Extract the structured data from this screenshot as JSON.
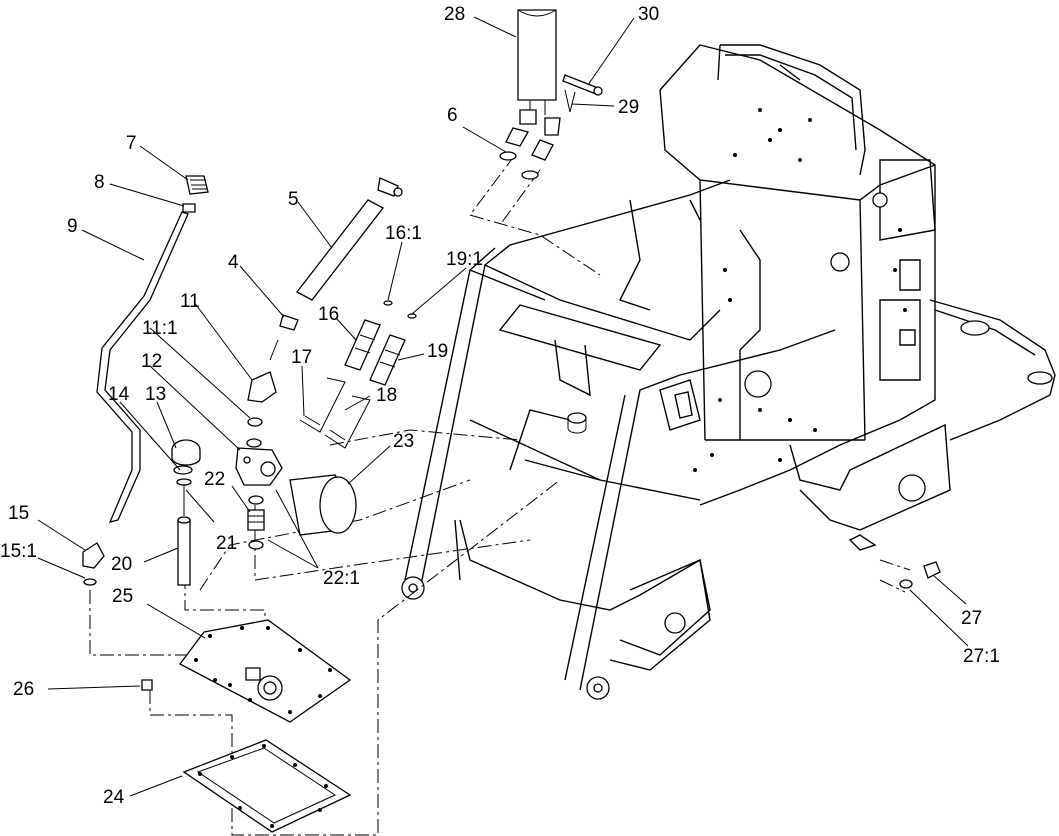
{
  "callouts": [
    {
      "id": "c28",
      "text": "28"
    },
    {
      "id": "c30",
      "text": "30"
    },
    {
      "id": "c29",
      "text": "29"
    },
    {
      "id": "c6",
      "text": "6"
    },
    {
      "id": "c7",
      "text": "7"
    },
    {
      "id": "c8",
      "text": "8"
    },
    {
      "id": "c9",
      "text": "9"
    },
    {
      "id": "c5",
      "text": "5"
    },
    {
      "id": "c4",
      "text": "4"
    },
    {
      "id": "c16_1",
      "text": "16:1"
    },
    {
      "id": "c19_1",
      "text": "19:1"
    },
    {
      "id": "c11",
      "text": "11"
    },
    {
      "id": "c16",
      "text": "16"
    },
    {
      "id": "c11_1",
      "text": "11:1"
    },
    {
      "id": "c17",
      "text": "17"
    },
    {
      "id": "c19",
      "text": "19"
    },
    {
      "id": "c12",
      "text": "12"
    },
    {
      "id": "c18",
      "text": "18"
    },
    {
      "id": "c14",
      "text": "14"
    },
    {
      "id": "c13",
      "text": "13"
    },
    {
      "id": "c23",
      "text": "23"
    },
    {
      "id": "c22",
      "text": "22"
    },
    {
      "id": "c15",
      "text": "15"
    },
    {
      "id": "c21",
      "text": "21"
    },
    {
      "id": "c15_1",
      "text": "15:1"
    },
    {
      "id": "c20",
      "text": "20"
    },
    {
      "id": "c22_1",
      "text": "22:1"
    },
    {
      "id": "c25",
      "text": "25"
    },
    {
      "id": "c27",
      "text": "27"
    },
    {
      "id": "c27_1",
      "text": "27:1"
    },
    {
      "id": "c26",
      "text": "26"
    },
    {
      "id": "c24",
      "text": "24"
    }
  ]
}
